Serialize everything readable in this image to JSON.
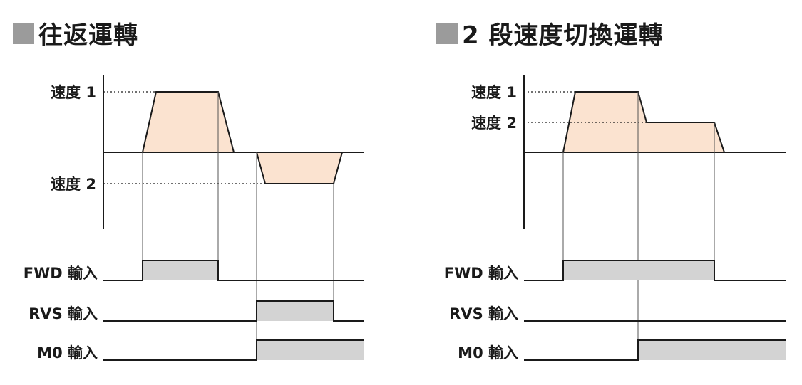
{
  "left": {
    "title": "往返運轉",
    "speed1_label": "速度 1",
    "speed2_label": "速度 2",
    "fwd_label": "FWD 輸入",
    "rvs_label": "RVS 輸入",
    "m0_label": "M0 輸入"
  },
  "right": {
    "title": "2 段速度切換運轉",
    "speed1_label": "速度 1",
    "speed2_label": "速度 2",
    "fwd_label": "FWD 輸入",
    "rvs_label": "RVS 輸入",
    "m0_label": "M0 輸入"
  },
  "colors": {
    "speed_fill": "#fbe3d0",
    "signal_fill": "#d3d3d3",
    "line": "#1a1a1a",
    "title_square": "#9b9b9b"
  }
}
